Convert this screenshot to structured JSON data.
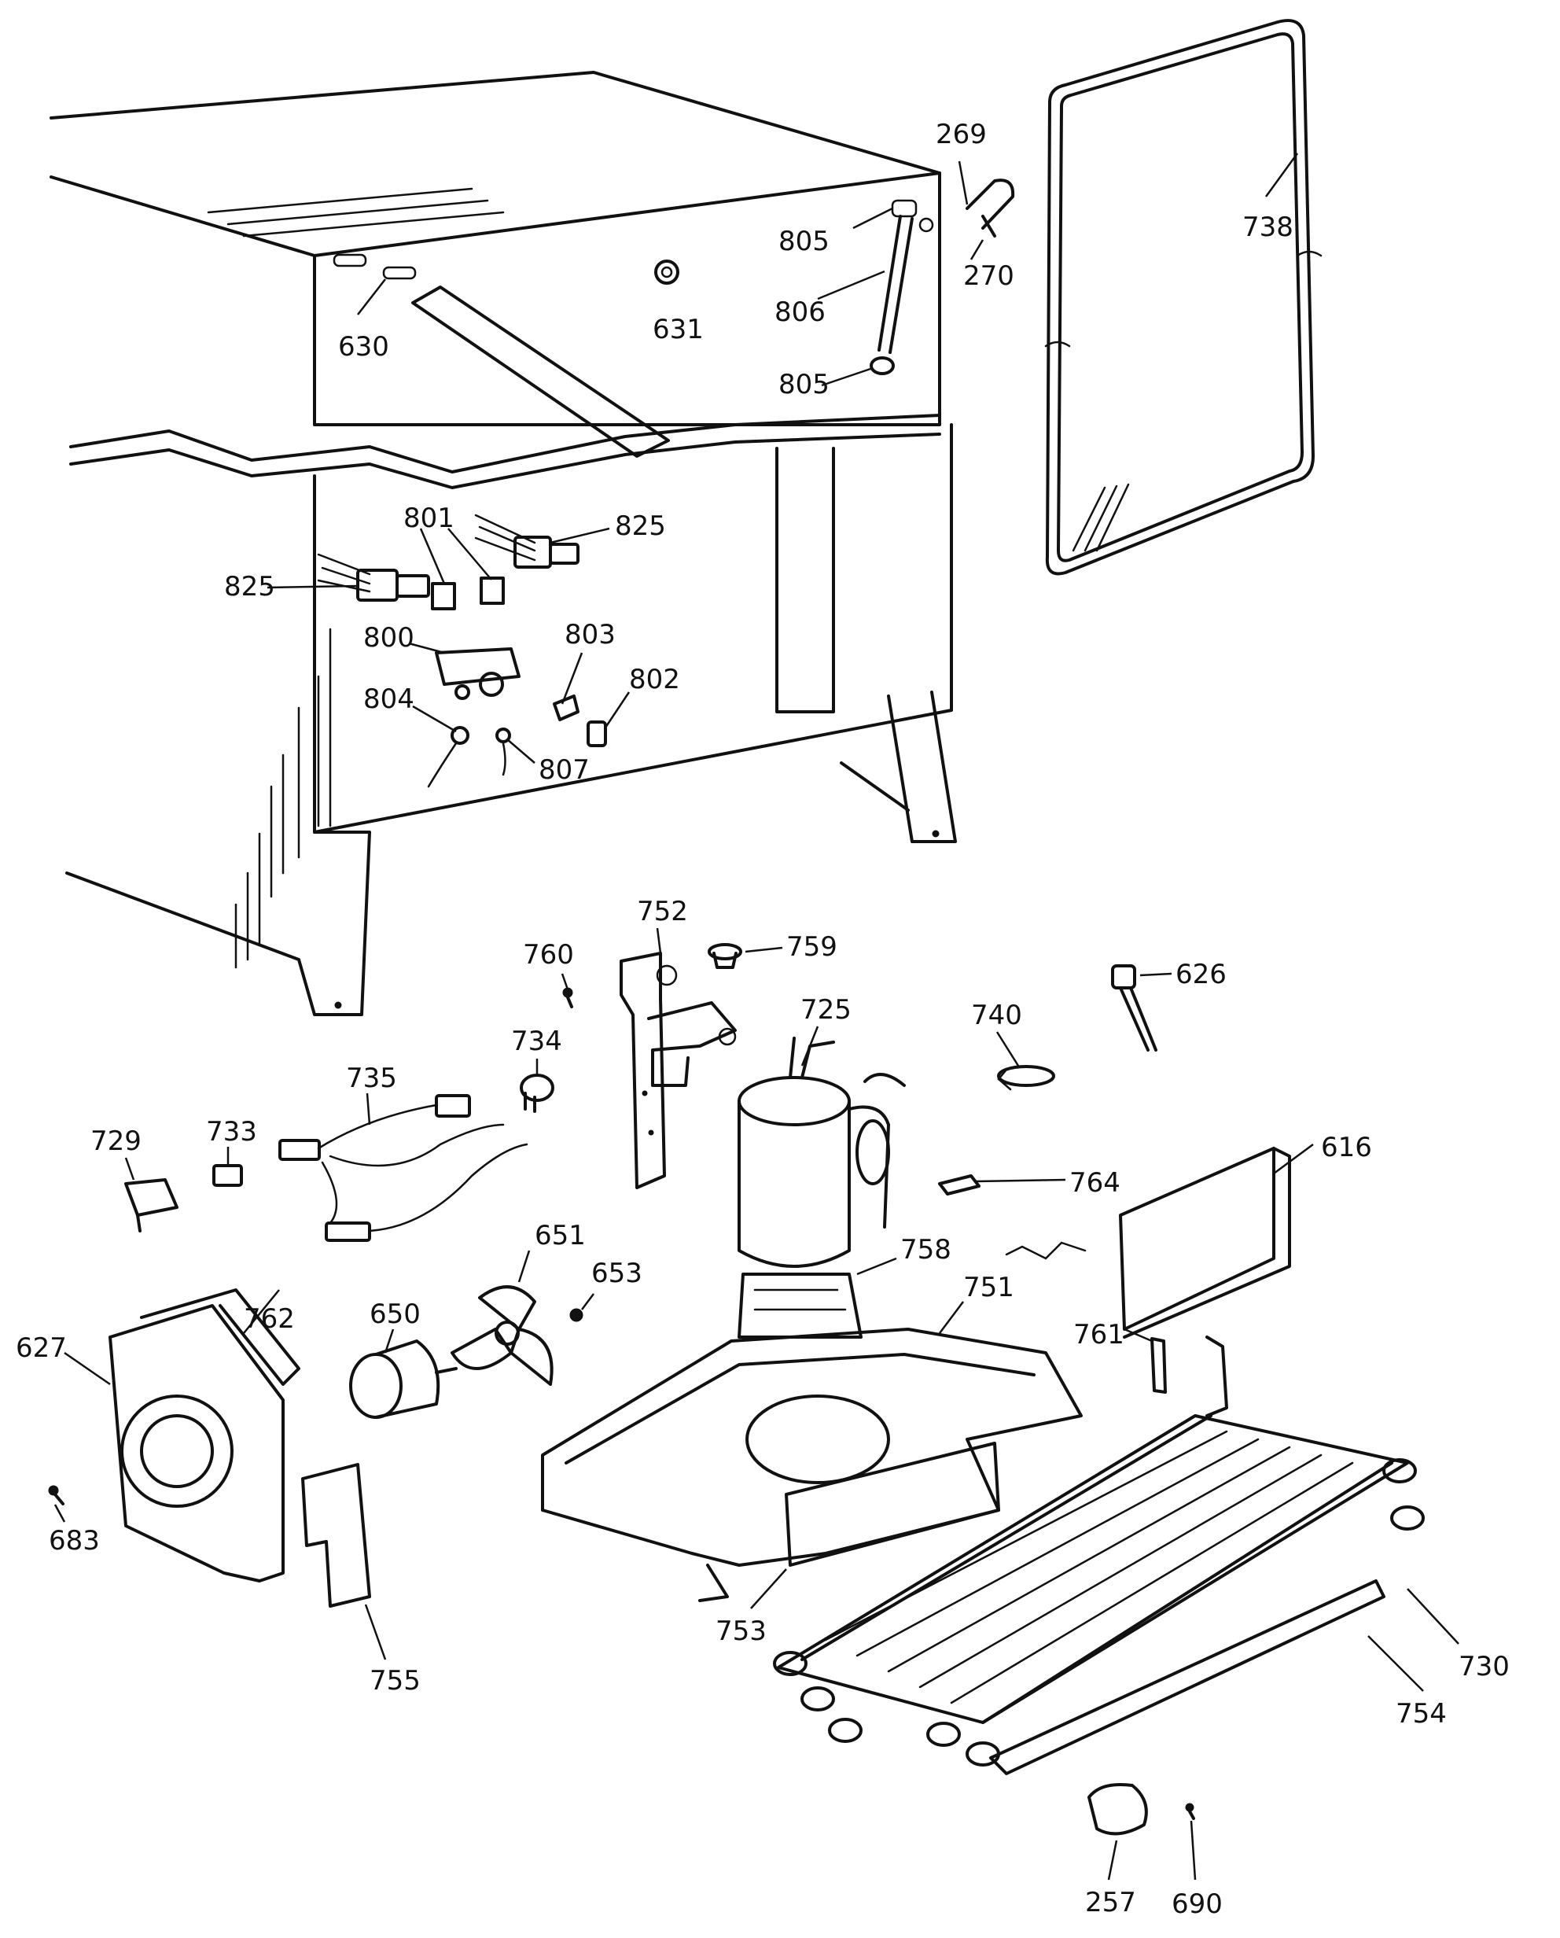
{
  "labels": {
    "p269": "269",
    "p270": "270",
    "p738": "738",
    "p805a": "805",
    "p806": "806",
    "p805b": "805",
    "p630": "630",
    "p631": "631",
    "p801": "801",
    "p825a": "825",
    "p825b": "825",
    "p800": "800",
    "p803": "803",
    "p802": "802",
    "p804": "804",
    "p807": "807",
    "p752": "752",
    "p759": "759",
    "p760": "760",
    "p725": "725",
    "p740": "740",
    "p626": "626",
    "p734": "734",
    "p735": "735",
    "p733": "733",
    "p729": "729",
    "p764": "764",
    "p616": "616",
    "p651": "651",
    "p653": "653",
    "p758": "758",
    "p650": "650",
    "p751": "751",
    "p761": "761",
    "p627": "627",
    "p762": "762",
    "p683": "683",
    "p755": "755",
    "p753": "753",
    "p730": "730",
    "p754": "754",
    "p257": "257",
    "p690": "690"
  }
}
